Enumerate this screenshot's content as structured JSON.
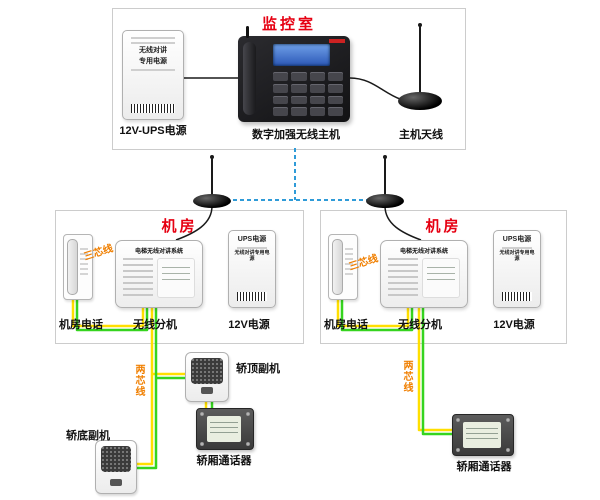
{
  "colors": {
    "title_red": "#e60012",
    "wire_label_orange": "#f07f00",
    "wireless_link_blue": "#2f9bd8",
    "wire_green": "#35d41e",
    "wire_yellow": "#ffdf00"
  },
  "monitor_room": {
    "title": "监控室",
    "ups": {
      "label": "12V-UPS电源",
      "face_line1": "无线对讲",
      "face_line2": "专用电源"
    },
    "host": {
      "label": "数字加强无线主机"
    },
    "antenna": {
      "label": "主机天线"
    }
  },
  "machine_rooms": [
    {
      "title": "机房",
      "phone_label": "机房电话",
      "extension_label": "无线分机",
      "extension_face": "电梯无线对讲系统",
      "power_label": "12V电源",
      "power_face_line1": "UPS电源",
      "power_face_line2": "无线对讲专用电源",
      "wire_label": "三芯线"
    },
    {
      "title": "机房",
      "phone_label": "机房电话",
      "extension_label": "无线分机",
      "extension_face": "电梯无线对讲系统",
      "power_label": "12V电源",
      "power_face_line1": "UPS电源",
      "power_face_line2": "无线对讲专用电源",
      "wire_label": "三芯线"
    }
  ],
  "car_left": {
    "wire_label": "两芯线",
    "top_speaker_label": "轿顶副机",
    "bottom_speaker_label": "轿底副机",
    "intercom_label": "轿厢通话器"
  },
  "car_right": {
    "wire_label": "两芯线",
    "intercom_label": "轿厢通话器"
  }
}
